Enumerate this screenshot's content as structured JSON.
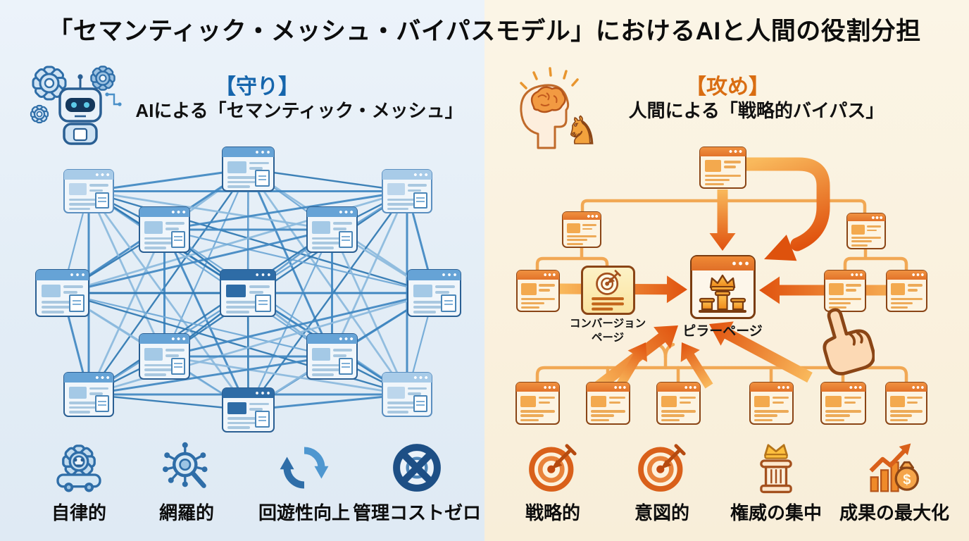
{
  "title": "「セマンティック・メッシュ・バイパスモデル」におけるAIと人間の役割分担",
  "left_panel": {
    "tag": "【守り】",
    "tag_color": "#1565ac",
    "heading": "AIによる「セマンティック・メッシュ」",
    "header_icon": "robot-gears-icon",
    "mesh": {
      "page_count": 13,
      "highlighted_page_index": 6
    },
    "features": [
      {
        "icon": "robot-vehicle-icon",
        "label": "自律的"
      },
      {
        "icon": "network-magnifier-icon",
        "label": "網羅的"
      },
      {
        "icon": "cycle-arrows-icon",
        "label": "回遊性向上"
      },
      {
        "icon": "no-entry-icon",
        "label": "管理コストゼロ"
      }
    ]
  },
  "right_panel": {
    "tag": "【攻め】",
    "tag_color": "#d96d12",
    "heading": "人間による「戦略的バイパス」",
    "header_icon": "brain-knight-icon",
    "tree": {
      "conversion_label_line1": "コンバージョン",
      "conversion_label_line2": "ページ",
      "pillar_label": "ピラーページ",
      "supporting_page_count": 12
    },
    "features": [
      {
        "icon": "target-arrow-icon",
        "label": "戦略的"
      },
      {
        "icon": "target-arrow-icon",
        "label": "意図的"
      },
      {
        "icon": "crown-column-icon",
        "label": "権威の集中"
      },
      {
        "icon": "growth-money-icon",
        "label": "成果の最大化"
      }
    ]
  },
  "colors": {
    "blue_line": "#4188c2",
    "blue_card_border": "#2a5f93",
    "orange_connector": "#f1a854",
    "orange_arrow_light": "#f9b95c",
    "orange_arrow_dark": "#e0520e",
    "left_background": "#e9f1f8",
    "right_background": "#faf3e2"
  }
}
